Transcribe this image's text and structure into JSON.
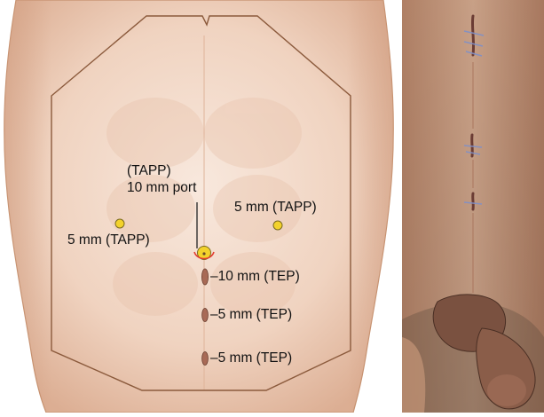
{
  "figure": {
    "colors": {
      "skin_light": "#f6e4d8",
      "skin_mid": "#eccab4",
      "skin_shadow": "#d9a98d",
      "outline": "#8b5a3c",
      "port_yellow": "#f3d22b",
      "port_ring": "#e33b2e",
      "tep_port": "#a86a56",
      "photo_skin": "#c89a7e",
      "suture": "#6f7fb8"
    },
    "icons": [
      "abdomen-illustration-icon",
      "abdomen-photo-icon"
    ],
    "labels": {
      "tapp_umbilical_line1": "(TAPP)",
      "tapp_umbilical_line2": "10 mm port",
      "tapp_right": "5 mm (TAPP)",
      "tapp_left": "5 mm (TAPP)",
      "tep_10mm": "–10 mm (TEP)",
      "tep_5mm_upper": "–5 mm (TEP)",
      "tep_5mm_lower": "–5 mm (TEP)"
    }
  }
}
